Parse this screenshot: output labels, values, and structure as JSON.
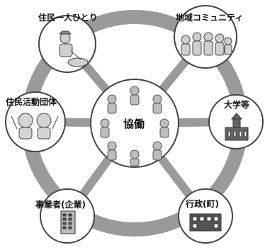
{
  "diagram": {
    "center": {
      "label": "協働",
      "icon": "people-circle-icon"
    },
    "nodes": [
      {
        "id": "resident",
        "label": "住民一人ひとり",
        "icon": "gardener-icon"
      },
      {
        "id": "community",
        "label": "地域コミュニティ",
        "icon": "crowd-icon"
      },
      {
        "id": "university",
        "label": "大学等",
        "icon": "university-building-icon"
      },
      {
        "id": "government",
        "label": "行政(町)",
        "icon": "town-office-icon"
      },
      {
        "id": "business",
        "label": "事業者(企業)",
        "icon": "office-building-icon"
      },
      {
        "id": "groups",
        "label": "住民活動団体",
        "icon": "cheering-people-icon"
      }
    ]
  },
  "colors": {
    "ring": "#999999",
    "node_fill": "#ffffff",
    "node_stroke": "#444444",
    "text": "#111111"
  }
}
